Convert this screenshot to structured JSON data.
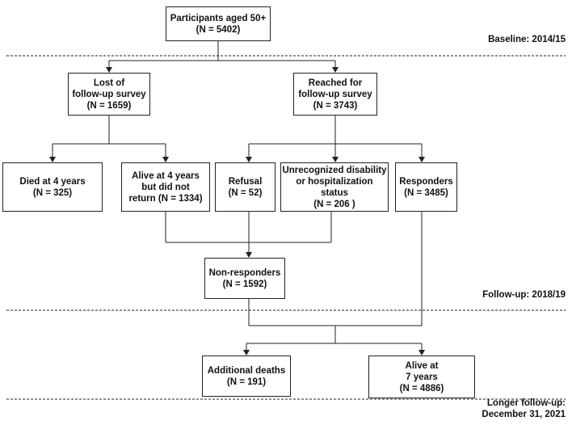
{
  "boxes": {
    "participants": "Participants aged 50+\n(N = 5402)",
    "lost": "Lost of\nfollow-up survey\n(N = 1659)",
    "reached": "Reached for\nfollow-up survey\n(N = 3743)",
    "died": "Died at 4 years\n(N = 325)",
    "alive_not_return": "Alive at 4 years\nbut did not\nreturn (N = 1334)",
    "refusal": "Refusal\n(N = 52)",
    "unrecognized": "Unrecognized disability\nor hospitalization status\n(N = 206 )",
    "responders": "Responders\n(N = 3485)",
    "non_responders": "Non-responders\n(N = 1592)",
    "additional_deaths": "Additional deaths\n(N = 191)",
    "alive_7": "Alive at\n7 years\n(N = 4886)"
  },
  "phases": {
    "baseline": "Baseline: 2014/15",
    "followup": "Follow-up: 2018/19",
    "longer": "Longer follow-up:\nDecember 31, 2021"
  }
}
